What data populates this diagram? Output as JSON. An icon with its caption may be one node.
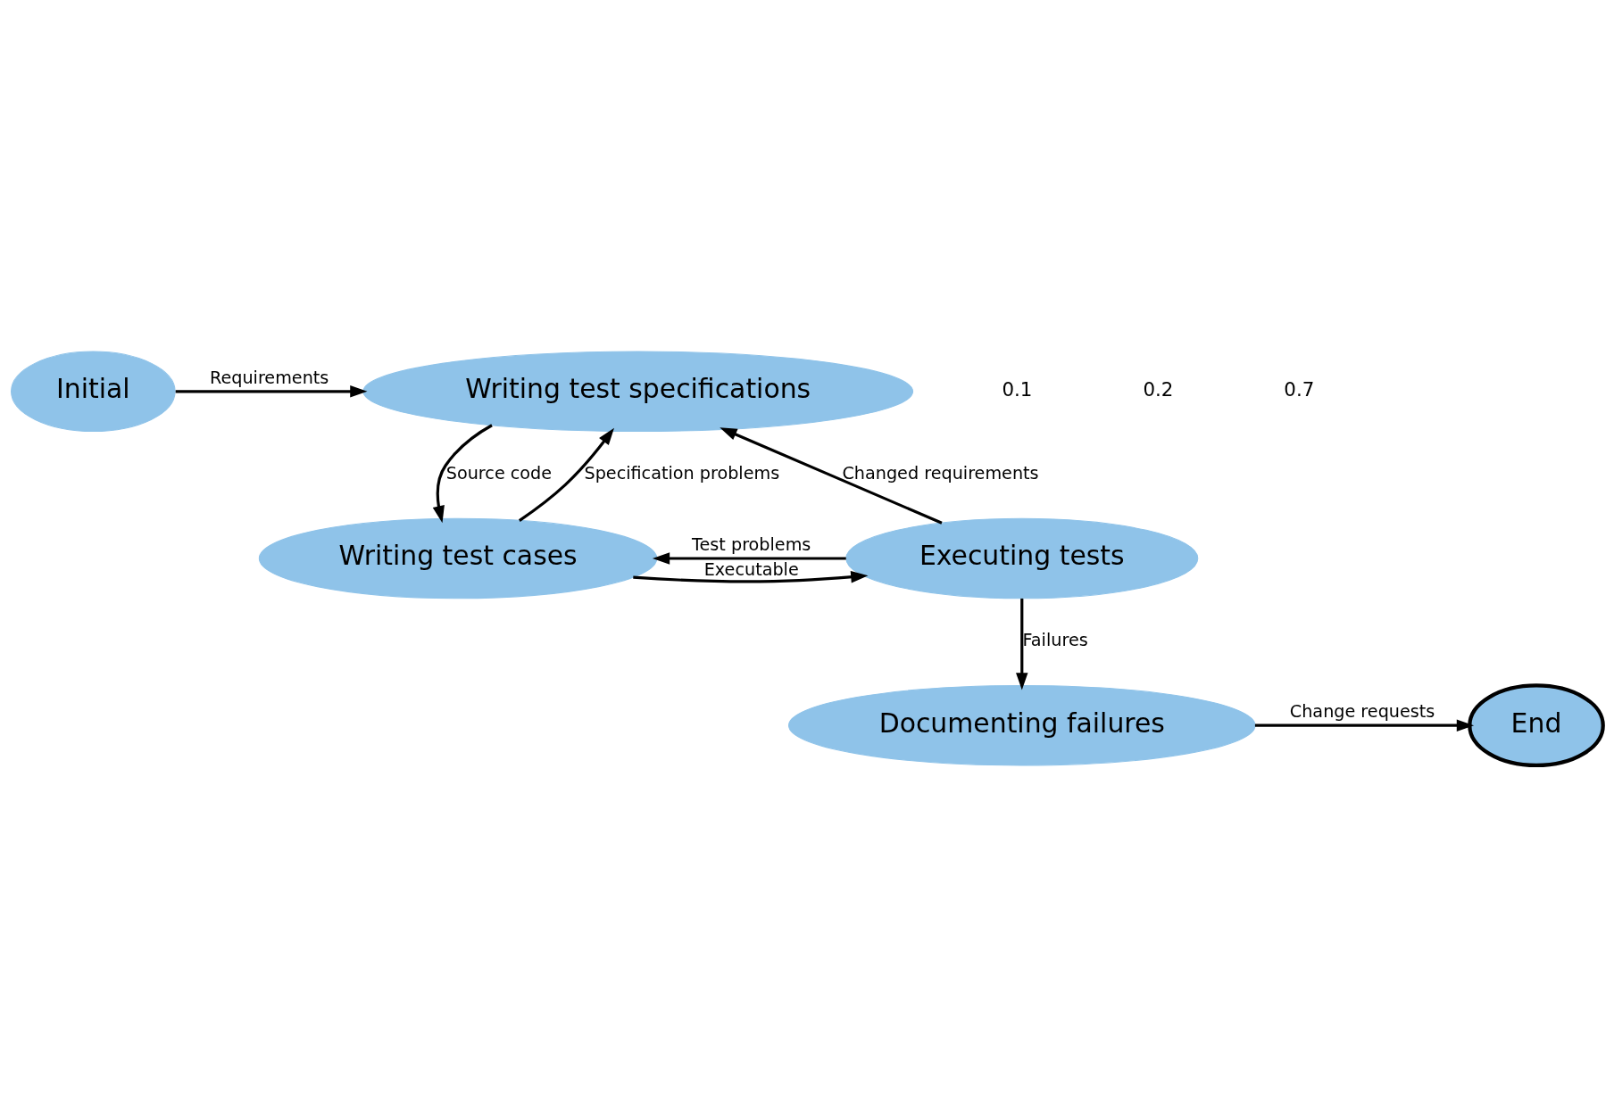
{
  "diagram": {
    "nodes": [
      {
        "text": [
          "Initial"
        ]
      },
      {
        "text": [
          "Writing test specifications"
        ]
      },
      {
        "text": [
          "Writing test cases"
        ]
      },
      {
        "text": [
          "Executing tests"
        ]
      },
      {
        "text": [
          "Documenting failures"
        ]
      },
      {
        "text": [
          "End"
        ]
      }
    ],
    "edges": [
      {
        "from": 0,
        "to": 1,
        "arrow": "to",
        "label": "Requirements"
      },
      {
        "from": 1,
        "to": 2,
        "arrow": "to",
        "label": "Source code"
      },
      {
        "from": 2,
        "to": 1,
        "arrow": "to",
        "label": "Specification problems"
      },
      {
        "from": 3,
        "to": 1,
        "arrow": "to",
        "label": "Changed requirements"
      },
      {
        "from": 2,
        "to": 3,
        "arrow": "to",
        "label": "Executable"
      },
      {
        "from": 3,
        "to": 2,
        "arrow": "to",
        "label": "Test problems"
      },
      {
        "from": 3,
        "to": 4,
        "arrow": "to",
        "label": "Failures"
      },
      {
        "from": 4,
        "to": 5,
        "arrow": "to",
        "label": "Change requests"
      }
    ],
    "labels": [
      "0.1",
      "0.2",
      "0.7"
    ]
  }
}
